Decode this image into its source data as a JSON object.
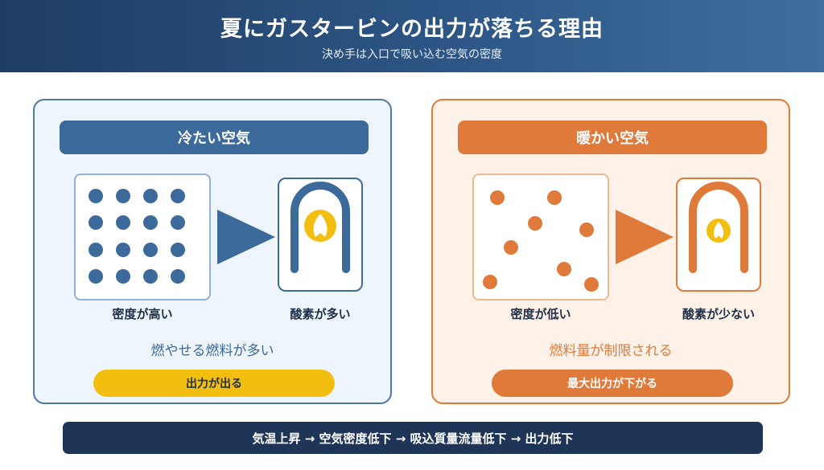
{
  "header": {
    "title": "夏にガスタービンの出力が落ちる理由",
    "subtitle": "決め手は入口で吸い込む空気の密度"
  },
  "cold": {
    "heading": "冷たい空気",
    "air_label": "密度が高い",
    "engine_label": "酸素が多い",
    "note": "燃やせる燃料が多い",
    "result": "出力が出る",
    "color": "#3c6a9b",
    "accent": "#f2bf11"
  },
  "warm": {
    "heading": "暖かい空気",
    "air_label": "密度が低い",
    "engine_label": "酸素が少ない",
    "note": "燃料量が制限される",
    "result": "最大出力が下がる",
    "color": "#e07a3a"
  },
  "summary": "気温上昇 → 空気密度低下 → 吸込質量流量低下 → 出力低下"
}
